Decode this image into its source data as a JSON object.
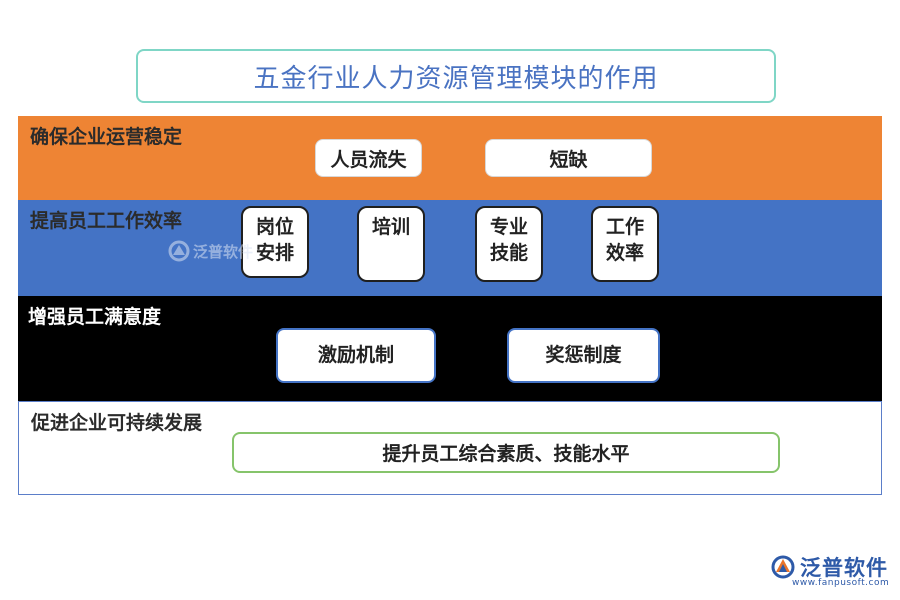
{
  "title": "五金行业人力资源管理模块的作用",
  "bands": [
    {
      "label": "确保企业运营稳定",
      "items": [
        "人员流失",
        "短缺"
      ]
    },
    {
      "label": "提高员工工作效率",
      "items": [
        "岗位\n安排",
        "培训",
        "专业\n技能",
        "工作\n效率"
      ]
    },
    {
      "label": "增强员工满意度",
      "items": [
        "激励机制",
        "奖惩制度"
      ]
    },
    {
      "label": "促进企业可持续发展",
      "items": [
        "提升员工综合素质、技能水平"
      ]
    }
  ],
  "watermark": {
    "text": "泛普软件"
  },
  "logo": {
    "text": "泛普软件",
    "url": "www.fanpusoft.com"
  },
  "colors": {
    "band1": "#ee8434",
    "band2": "#4473c5",
    "band3": "#000000",
    "band4": "#ffffff",
    "title": "#4a73c2"
  }
}
